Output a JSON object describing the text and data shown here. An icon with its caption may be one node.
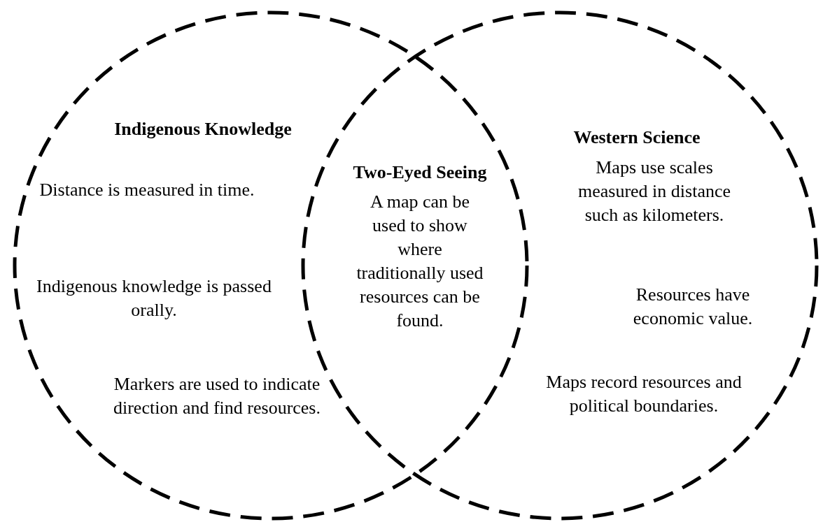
{
  "diagram": {
    "nodes": [
      {
        "text": [
          "Indigenous Knowledge",
          "Distance is measured in time.",
          "Indigenous knowledge is passed orally.",
          "Markers are used to indicate direction and find resources."
        ]
      },
      {
        "text": [
          "Western Science",
          "Maps use scales measured in distance such as kilometers.",
          "Resources have economic value.",
          "Maps record resources and political boundaries."
        ]
      }
    ],
    "labels": [
      "Two-Eyed Seeing",
      "A map can be used to show where traditionally used resources can be found."
    ]
  }
}
